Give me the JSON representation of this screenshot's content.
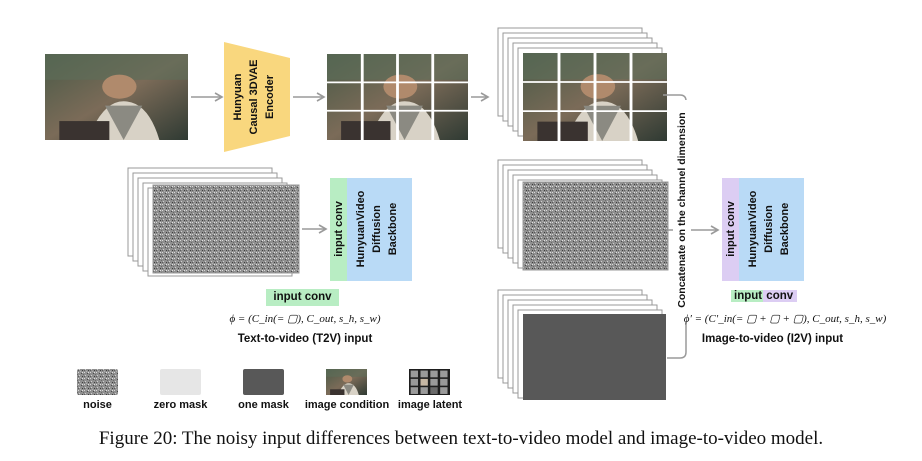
{
  "encoder": {
    "lines": [
      "Hunyuan",
      "Causal 3DVAE",
      "Encoder"
    ]
  },
  "backbone": {
    "lines": [
      "HunyuanVideo",
      "Diffusion",
      "Backbone"
    ]
  },
  "input_conv": "input conv",
  "input_conv_i2v": [
    "input",
    " conv"
  ],
  "concat_label": "Concatenate on the channel dimension",
  "t2v": {
    "formula": "ϕ = (C_in(= ▢), C_out, s_h, s_w)",
    "title": "Text-to-video (T2V) input"
  },
  "i2v": {
    "formula": "ϕ′ = (C′_in(= ▢ + ▢ + ▢), C_out, s_h, s_w)",
    "title": "Image-to-video (I2V) input"
  },
  "legend": [
    {
      "key": "noise",
      "label": "noise"
    },
    {
      "key": "zero",
      "label": "zero mask"
    },
    {
      "key": "one",
      "label": "one mask"
    },
    {
      "key": "cond",
      "label": "image condition"
    },
    {
      "key": "latent",
      "label": "image latent"
    }
  ],
  "caption": "Figure 20: The noisy input differences between text-to-video model and image-to-video model.",
  "colors": {
    "encoder": "#f9d77e",
    "backbone": "#b9daf6",
    "input_conv": "#b8edc3",
    "input_conv_lilac": "#dccdf3",
    "noise": "#9a9a9a",
    "zero_mask": "#e6e6e6",
    "one_mask": "#585858",
    "arrow": "#9a9a9a"
  }
}
